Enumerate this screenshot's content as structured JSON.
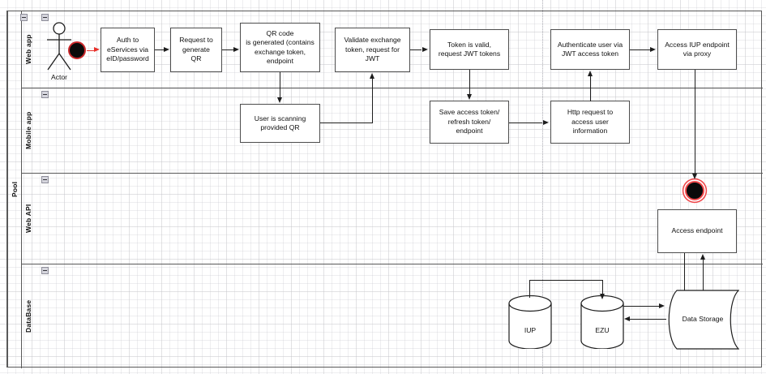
{
  "diagram": {
    "title": "Pool",
    "pool_label": "Pool",
    "lanes": [
      {
        "id": "web-app",
        "label": "Web app"
      },
      {
        "id": "mobile-app",
        "label": "Mobile app"
      },
      {
        "id": "web-api",
        "label": "Web API"
      },
      {
        "id": "database",
        "label": "DataBase"
      }
    ],
    "actor": {
      "label": "Actor"
    },
    "events": {
      "start": {
        "name": "start-event",
        "color": "#c9282b"
      },
      "end": {
        "name": "end-event",
        "color": "#f0484b"
      }
    },
    "tasks": [
      {
        "id": "t1",
        "lane": "web-app",
        "label": "Auth to\neServices via\neID/password"
      },
      {
        "id": "t2",
        "lane": "web-app",
        "label": "Request to\ngenerate\nQR"
      },
      {
        "id": "t3",
        "lane": "web-app",
        "label": "QR code\nis generated (contains\nexchange token,\nendpoint"
      },
      {
        "id": "t4",
        "lane": "web-app",
        "label": "Validate exchange\ntoken, request for\nJWT"
      },
      {
        "id": "t5",
        "lane": "web-app",
        "label": "Token is valid,\nrequest JWT tokens"
      },
      {
        "id": "t6",
        "lane": "web-app",
        "label": "Authenticate user via\nJWT access token"
      },
      {
        "id": "t7",
        "lane": "web-app",
        "label": "Access IUP endpoint\nvia proxy"
      },
      {
        "id": "t8",
        "lane": "mobile-app",
        "label": "User is scanning\nprovided QR"
      },
      {
        "id": "t9",
        "lane": "mobile-app",
        "label": "Save access token/\nrefresh token/\nendpoint"
      },
      {
        "id": "t10",
        "lane": "mobile-app",
        "label": "Http request to\naccess user\ninformation"
      },
      {
        "id": "t11",
        "lane": "web-api",
        "label": "Access endpoint"
      }
    ],
    "data_stores": [
      {
        "id": "iup",
        "label": "IUP",
        "shape": "cylinder"
      },
      {
        "id": "ezu",
        "label": "EZU",
        "shape": "cylinder"
      }
    ],
    "data_storage": {
      "id": "data-storage",
      "label": "Data Storage",
      "shape": "data"
    },
    "flows": [
      {
        "from": "start-event",
        "to": "t1",
        "color": "#e8302a"
      },
      {
        "from": "t1",
        "to": "t2",
        "color": "#1d1d1d"
      },
      {
        "from": "t2",
        "to": "t3",
        "color": "#1d1d1d"
      },
      {
        "from": "t3",
        "to": "t8",
        "color": "#1d1d1d"
      },
      {
        "from": "t8",
        "to": "t4",
        "color": "#1d1d1d"
      },
      {
        "from": "t4",
        "to": "t5",
        "color": "#1d1d1d"
      },
      {
        "from": "t5",
        "to": "t9",
        "color": "#1d1d1d"
      },
      {
        "from": "t9",
        "to": "t10",
        "color": "#1d1d1d"
      },
      {
        "from": "t10",
        "to": "t6",
        "color": "#1d1d1d"
      },
      {
        "from": "t6",
        "to": "t7",
        "color": "#1d1d1d"
      },
      {
        "from": "t7",
        "to": "end-event",
        "color": "#1d1d1d"
      },
      {
        "from": "t11",
        "to": "data-storage",
        "color": "#1d1d1d"
      },
      {
        "from": "data-storage",
        "to": "t11",
        "color": "#1d1d1d"
      },
      {
        "from": "iup",
        "to": "ezu",
        "color": "#1d1d1d"
      },
      {
        "from": "ezu",
        "to": "data-storage",
        "color": "#1d1d1d"
      },
      {
        "from": "data-storage",
        "to": "ezu",
        "color": "#1d1d1d"
      }
    ],
    "collapse_control": {
      "symbol": "minus",
      "count": 5
    }
  }
}
